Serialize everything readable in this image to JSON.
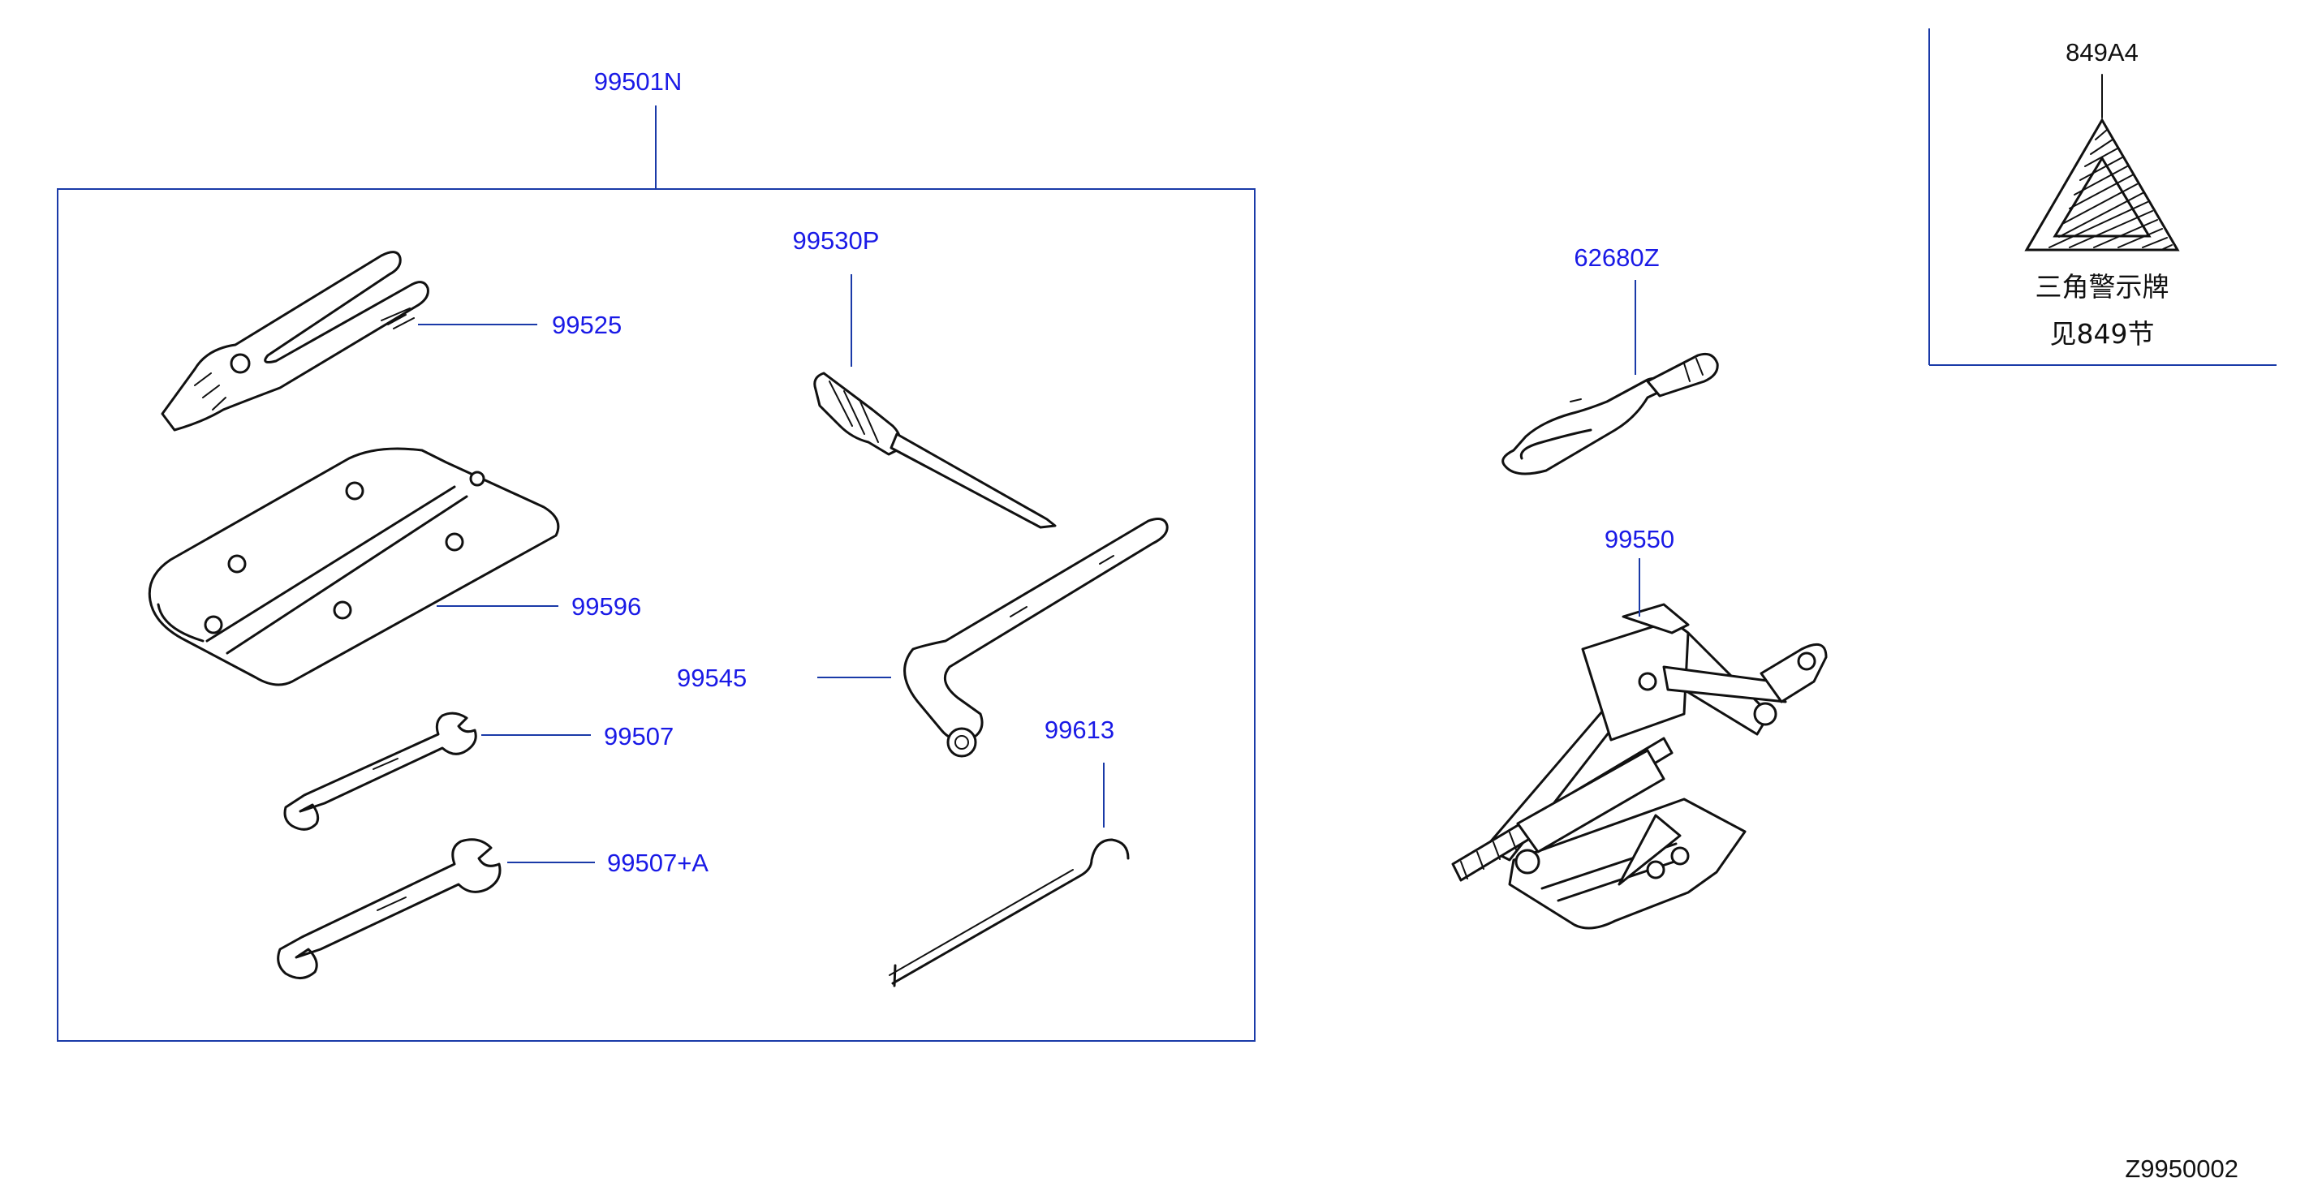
{
  "kit_label": "99501N",
  "parts": {
    "pliers": "99525",
    "tool_bag": "99596",
    "wrench_small": "99507",
    "wrench_large": "99507+A",
    "screwdriver": "99530P",
    "lug_wrench": "99545",
    "jack_handle_hook": "99613",
    "tow_hook": "62680Z",
    "jack": "99550"
  },
  "warning_triangle": {
    "part": "849A4",
    "name": "三角警示牌",
    "see_section": "见849节"
  },
  "diagram_code": "Z9950002"
}
